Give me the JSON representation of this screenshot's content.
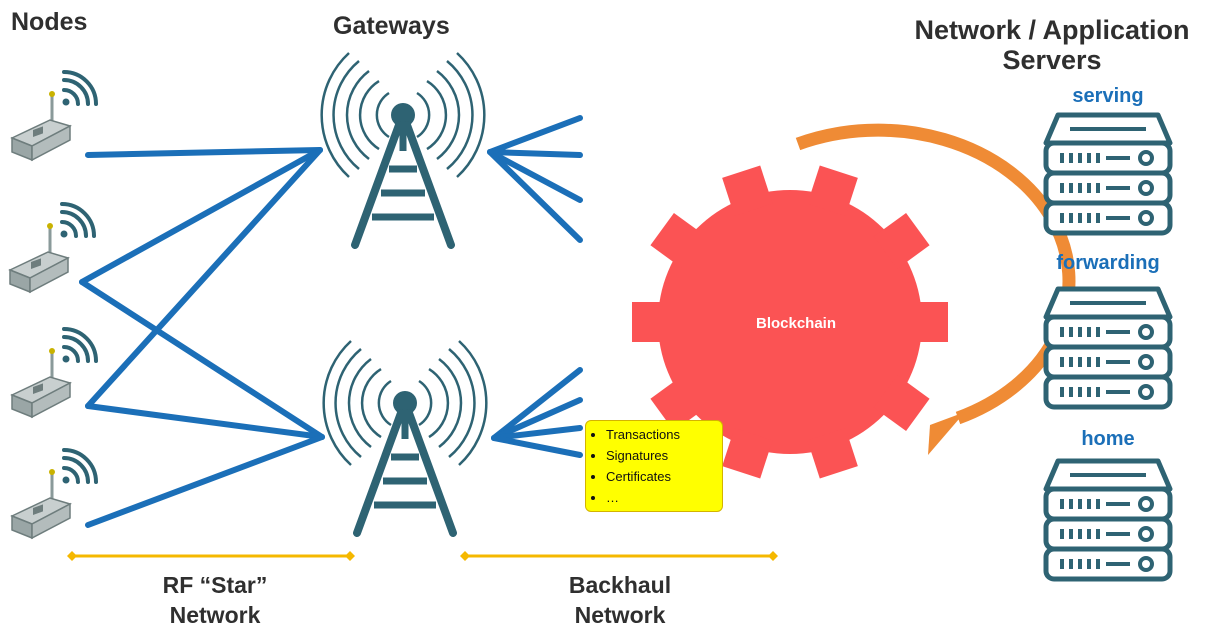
{
  "headings": {
    "nodes": "Nodes",
    "gateways": "Gateways",
    "servers_line1": "Network / Application",
    "servers_line2": "Servers"
  },
  "servers": [
    {
      "label": "serving"
    },
    {
      "label": "forwarding"
    },
    {
      "label": "home"
    }
  ],
  "blockchain_label": "Blockchain",
  "callout_items": [
    "Transactions",
    "Signatures",
    "Certificates",
    "…"
  ],
  "bottom_labels": {
    "rf_line1": "RF “Star”",
    "rf_line2": "Network",
    "backhaul_line1": "Backhaul",
    "backhaul_line2": "Network"
  },
  "colors": {
    "link_blue": "#1b6fb8",
    "tower_teal": "#2e6373",
    "gear_red": "#fb5354",
    "arrow_orange": "#ef8b35",
    "bracket_yellow": "#f5b800",
    "callout_yellow": "#ffff00"
  },
  "icons": [
    "node-device-icon",
    "gateway-tower-icon",
    "server-stack-icon",
    "blockchain-gear-icon",
    "cycle-arrow-icon"
  ]
}
